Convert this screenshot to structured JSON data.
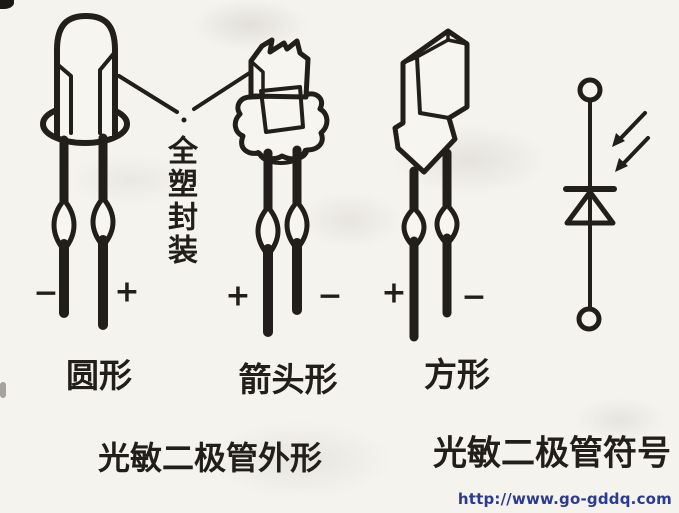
{
  "figure": {
    "background_color": "#f5f3ee",
    "ink_color": "#211e1b"
  },
  "callout": {
    "label": "全塑封装"
  },
  "devices": [
    {
      "shape": "round",
      "label": "圆形",
      "left_sign": "−",
      "right_sign": "+"
    },
    {
      "shape": "arrow",
      "label": "箭头形",
      "left_sign": "+",
      "right_sign": "−"
    },
    {
      "shape": "square",
      "label": "方形",
      "left_sign": "+",
      "right_sign": "−"
    }
  ],
  "captions": {
    "outline": "光敏二极管外形",
    "symbol": "光敏二极管符号"
  },
  "watermark": {
    "url": "http://www.go-gddq.com",
    "color": "#2b3a92"
  }
}
